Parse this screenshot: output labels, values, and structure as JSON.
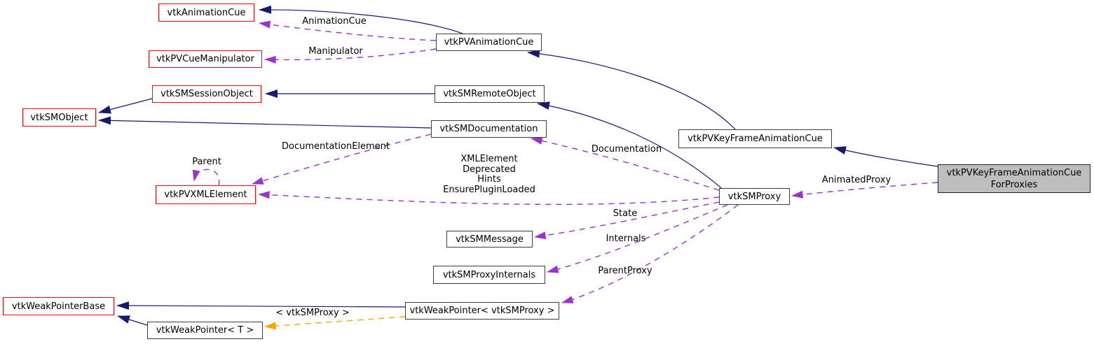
{
  "diagram": {
    "type": "doxygen-collaboration-graph",
    "current_class": "vtkPVKeyFrameAnimationCueForProxies",
    "colors": {
      "inheritance_edge": "#191970",
      "usage_edge": "#9a32cd",
      "template_edge": "#ffa500",
      "red_node_border": "#ff0000",
      "dark_node_border": "#3d3d3d",
      "current_node_fill": "#bebebe",
      "node_fill": "#ffffff",
      "text": "#000000"
    },
    "nodes": [
      {
        "label": "vtkAnimationCue",
        "style": "red-border"
      },
      {
        "label": "vtkPVCueManipulator",
        "style": "red-border"
      },
      {
        "label": "vtkSMSessionObject",
        "style": "red-border"
      },
      {
        "label": "vtkSMObject",
        "style": "red-border"
      },
      {
        "label": "vtkPVXMLElement",
        "style": "red-border"
      },
      {
        "label": "vtkWeakPointerBase",
        "style": "red-border"
      },
      {
        "label": "vtkWeakPointer< T >",
        "style": "black-border"
      },
      {
        "label": "vtkPVAnimationCue",
        "style": "black-border"
      },
      {
        "label": "vtkSMRemoteObject",
        "style": "black-border"
      },
      {
        "label": "vtkSMDocumentation",
        "style": "black-border"
      },
      {
        "label": "vtkSMMessage",
        "style": "black-border"
      },
      {
        "label": "vtkSMProxyInternals",
        "style": "black-border"
      },
      {
        "label": "vtkWeakPointer< vtkSMProxy >",
        "style": "black-border"
      },
      {
        "label": "vtkPVKeyFrameAnimationCue",
        "style": "black-border"
      },
      {
        "label": "vtkSMProxy",
        "style": "black-border"
      },
      {
        "label_lines": [
          "vtkPVKeyFrameAnimationCue",
          "ForProxies"
        ],
        "style": "current-gray-filled"
      }
    ],
    "edges": [
      {
        "from": "vtkPVAnimationCue",
        "to": "vtkAnimationCue",
        "type": "inheritance"
      },
      {
        "from": "vtkPVKeyFrameAnimationCue",
        "to": "vtkPVAnimationCue",
        "type": "inheritance"
      },
      {
        "from": "vtkPVKeyFrameAnimationCueForProxies",
        "to": "vtkPVKeyFrameAnimationCue",
        "type": "inheritance"
      },
      {
        "from": "vtkSMRemoteObject",
        "to": "vtkSMSessionObject",
        "type": "inheritance"
      },
      {
        "from": "vtkSMSessionObject",
        "to": "vtkSMObject",
        "type": "inheritance"
      },
      {
        "from": "vtkSMDocumentation",
        "to": "vtkSMObject",
        "type": "inheritance"
      },
      {
        "from": "vtkSMProxy",
        "to": "vtkSMRemoteObject",
        "type": "inheritance"
      },
      {
        "from": "vtkWeakPointer< vtkSMProxy >",
        "to": "vtkWeakPointerBase",
        "type": "inheritance"
      },
      {
        "from": "vtkWeakPointer< T >",
        "to": "vtkWeakPointerBase",
        "type": "inheritance"
      },
      {
        "from": "vtkPVAnimationCue",
        "to": "vtkAnimationCue",
        "type": "usage",
        "label": "AnimationCue"
      },
      {
        "from": "vtkPVAnimationCue",
        "to": "vtkPVCueManipulator",
        "type": "usage",
        "label": "Manipulator"
      },
      {
        "from": "vtkSMDocumentation",
        "to": "vtkPVXMLElement",
        "type": "usage",
        "label": "DocumentationElement"
      },
      {
        "from": "vtkPVXMLElement",
        "to": "vtkPVXMLElement",
        "type": "usage",
        "label": "Parent"
      },
      {
        "from": "vtkSMProxy",
        "to": "vtkPVXMLElement",
        "type": "usage",
        "label_lines": [
          "XMLElement",
          "Deprecated",
          "Hints",
          "EnsurePluginLoaded"
        ]
      },
      {
        "from": "vtkSMProxy",
        "to": "vtkSMDocumentation",
        "type": "usage",
        "label": "Documentation"
      },
      {
        "from": "vtkSMProxy",
        "to": "vtkSMMessage",
        "type": "usage",
        "label": "State"
      },
      {
        "from": "vtkSMProxy",
        "to": "vtkSMProxyInternals",
        "type": "usage",
        "label": "Internals"
      },
      {
        "from": "vtkSMProxy",
        "to": "vtkWeakPointer< vtkSMProxy >",
        "type": "usage",
        "label": "ParentProxy"
      },
      {
        "from": "vtkPVKeyFrameAnimationCueForProxies",
        "to": "vtkSMProxy",
        "type": "usage",
        "label": "AnimatedProxy"
      },
      {
        "from": "vtkWeakPointer< vtkSMProxy >",
        "to": "vtkWeakPointer< T >",
        "type": "template-instance",
        "label": "< vtkSMProxy >"
      }
    ]
  }
}
